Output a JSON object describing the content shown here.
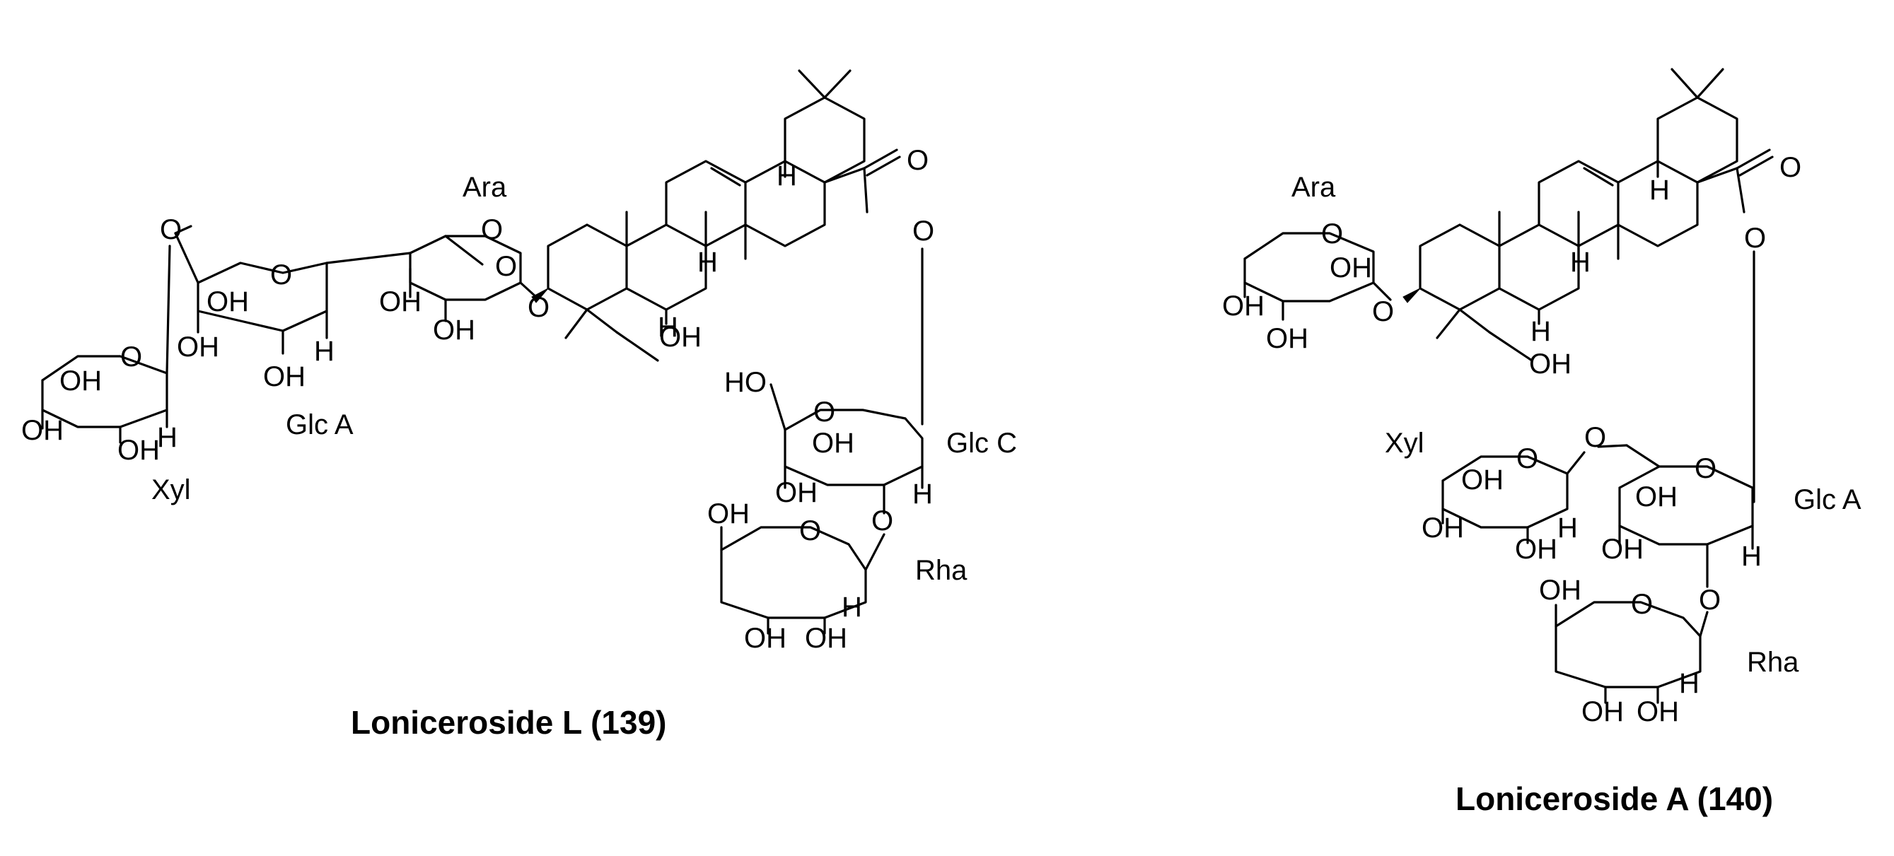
{
  "compounds": [
    {
      "name": "Loniceroside L (139)",
      "sugar_labels": {
        "ara": "Ara",
        "xyl": "Xyl",
        "glc_a": "Glc A",
        "glc_c": "Glc C",
        "rha": "Rha"
      },
      "atom_labels": {
        "h": "H",
        "o": "O",
        "oh": "OH",
        "ho": "HO"
      }
    },
    {
      "name": "Loniceroside A (140)",
      "sugar_labels": {
        "ara": "Ara",
        "xyl": "Xyl",
        "glc_a": "Glc A",
        "rha": "Rha"
      },
      "atom_labels": {
        "h": "H",
        "o": "O",
        "oh": "OH"
      }
    }
  ]
}
